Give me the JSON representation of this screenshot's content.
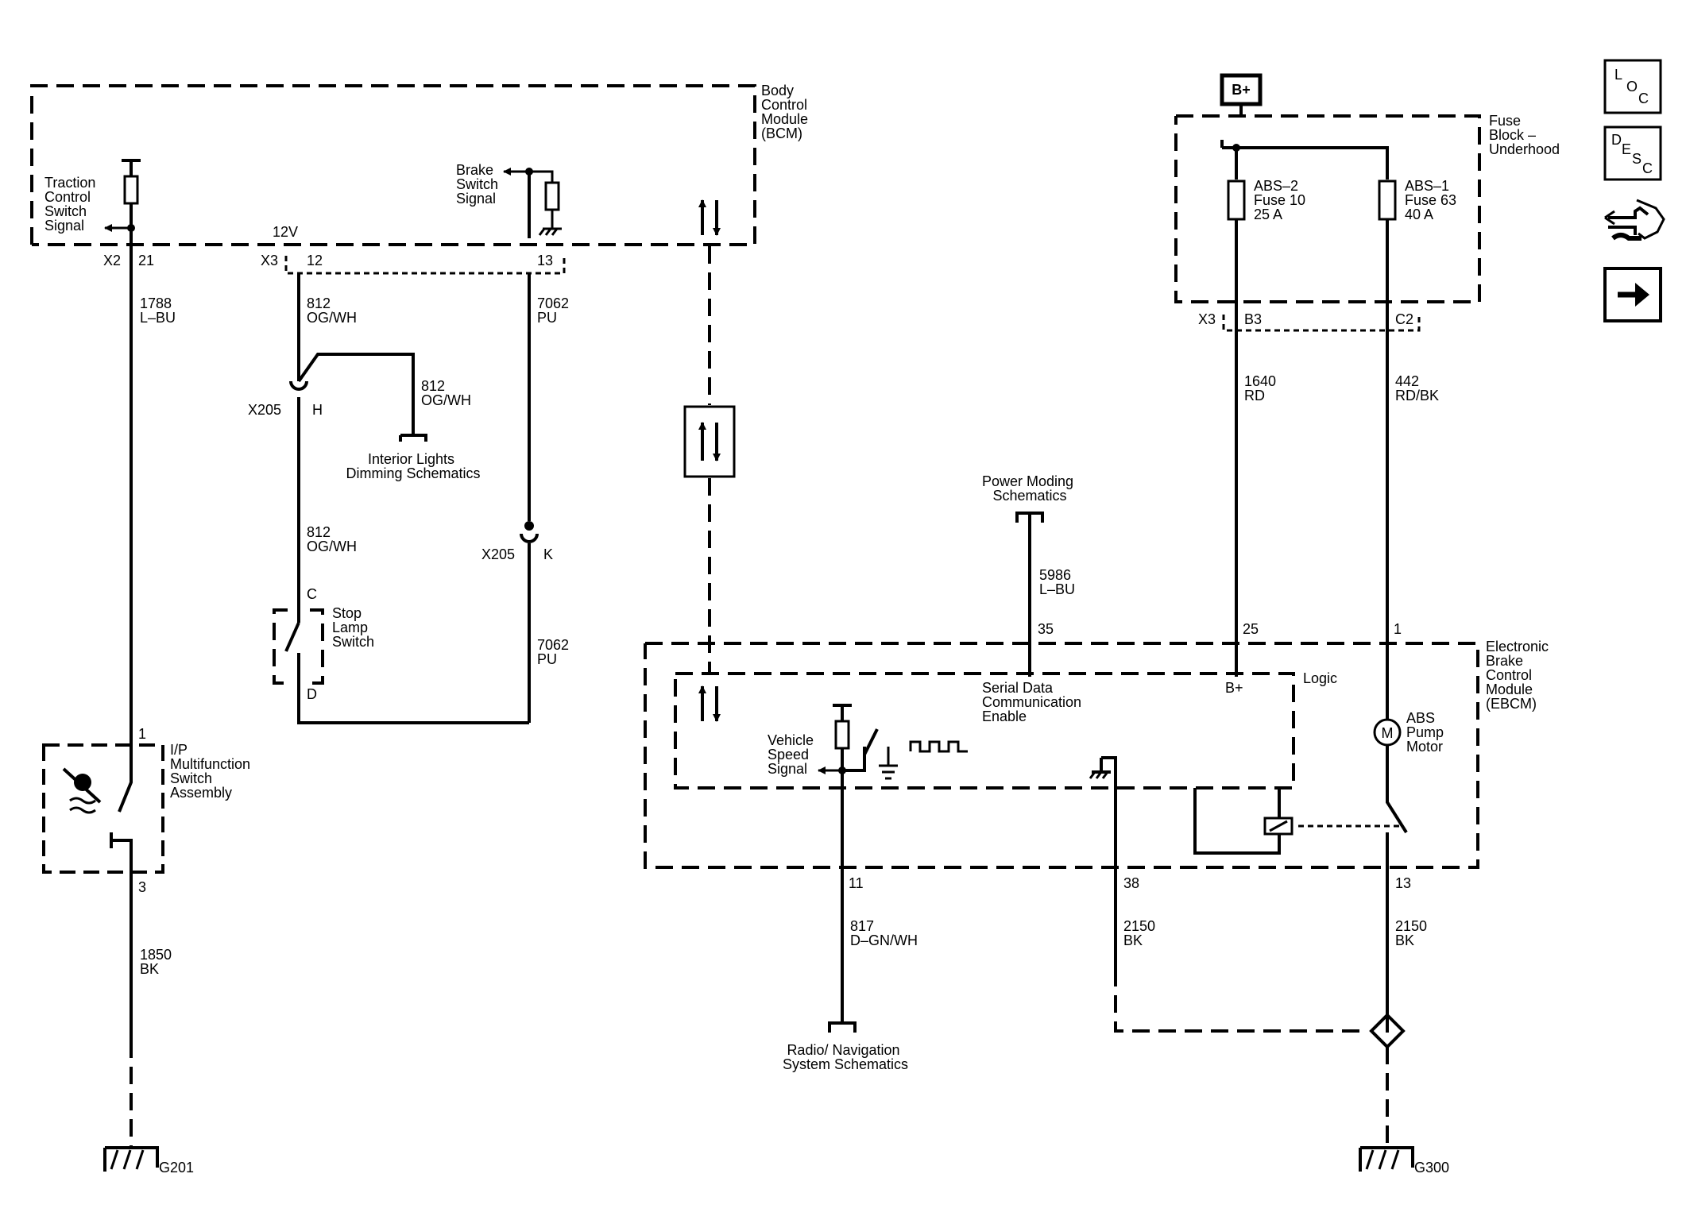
{
  "modules": {
    "bcm": [
      "Body",
      "Control",
      "Module",
      "(BCM)"
    ],
    "fuse_block": [
      "Fuse",
      "Block –",
      "Underhood"
    ],
    "ebcm": [
      "Electronic",
      "Brake",
      "Control",
      "Module",
      "(EBCM)"
    ],
    "logic": "Logic"
  },
  "power": {
    "b_plus": "B+"
  },
  "signals": {
    "traction": [
      "Traction",
      "Control",
      "Switch",
      "Signal"
    ],
    "brake": [
      "Brake",
      "Switch",
      "Signal"
    ],
    "bcm_12v": "12V",
    "serial": [
      "Serial Data",
      "Communication",
      "Enable"
    ],
    "ebcm_bplus": "B+",
    "vss": [
      "Vehicle",
      "Speed",
      "Signal"
    ]
  },
  "fuses": {
    "abs2": [
      "ABS–2",
      "Fuse 10",
      "25 A"
    ],
    "abs1": [
      "ABS–1",
      "Fuse 63",
      "40 A"
    ]
  },
  "connectors": {
    "bcm_x2": "X2",
    "bcm_x2_21": "21",
    "bcm_x3": "X3",
    "bcm_x3_12": "12",
    "bcm_x3_13": "13",
    "fb_x3": "X3",
    "fb_b3": "B3",
    "fb_c2": "C2",
    "x205_h": "X205",
    "x205_h_pin": "H",
    "x205_k": "X205",
    "x205_k_pin": "K",
    "slsw_c": "C",
    "slsw_d": "D",
    "ipm_1": "1",
    "ipm_3": "3",
    "ebcm_35": "35",
    "ebcm_25": "25",
    "ebcm_1": "1",
    "ebcm_11": "11",
    "ebcm_38": "38",
    "ebcm_13": "13"
  },
  "wires": {
    "w1788": [
      "1788",
      "L–BU"
    ],
    "w812a": [
      "812",
      "OG/WH"
    ],
    "w812b": [
      "812",
      "OG/WH"
    ],
    "w812c": [
      "812",
      "OG/WH"
    ],
    "w7062a": [
      "7062",
      "PU"
    ],
    "w7062b": [
      "7062",
      "PU"
    ],
    "w1640": [
      "1640",
      "RD"
    ],
    "w442": [
      "442",
      "RD/BK"
    ],
    "w5986": [
      "5986",
      "L–BU"
    ],
    "w1850": [
      "1850",
      "BK"
    ],
    "w817": [
      "817",
      "D–GN/WH"
    ],
    "w2150a": [
      "2150",
      "BK"
    ],
    "w2150b": [
      "2150",
      "BK"
    ]
  },
  "components": {
    "stop_lamp": [
      "Stop",
      "Lamp",
      "Switch"
    ],
    "ip_switch": [
      "I/P",
      "Multifunction",
      "Switch",
      "Assembly"
    ],
    "abs_motor": [
      "ABS",
      "Pump",
      "Motor"
    ],
    "motor_symbol": "M"
  },
  "references": {
    "interior": [
      "Interior Lights",
      "Dimming Schematics"
    ],
    "power_moding": [
      "Power Moding",
      "Schematics"
    ],
    "radio": [
      "Radio/ Navigation",
      "System Schematics"
    ]
  },
  "grounds": {
    "g201": "G201",
    "g300": "G300"
  },
  "sidebar": {
    "loc": [
      "L",
      "O",
      "C"
    ],
    "desc": [
      "D",
      "E",
      "S",
      "C"
    ],
    "connector_icon": "connector-icon",
    "next_icon": "arrow-right-icon"
  }
}
